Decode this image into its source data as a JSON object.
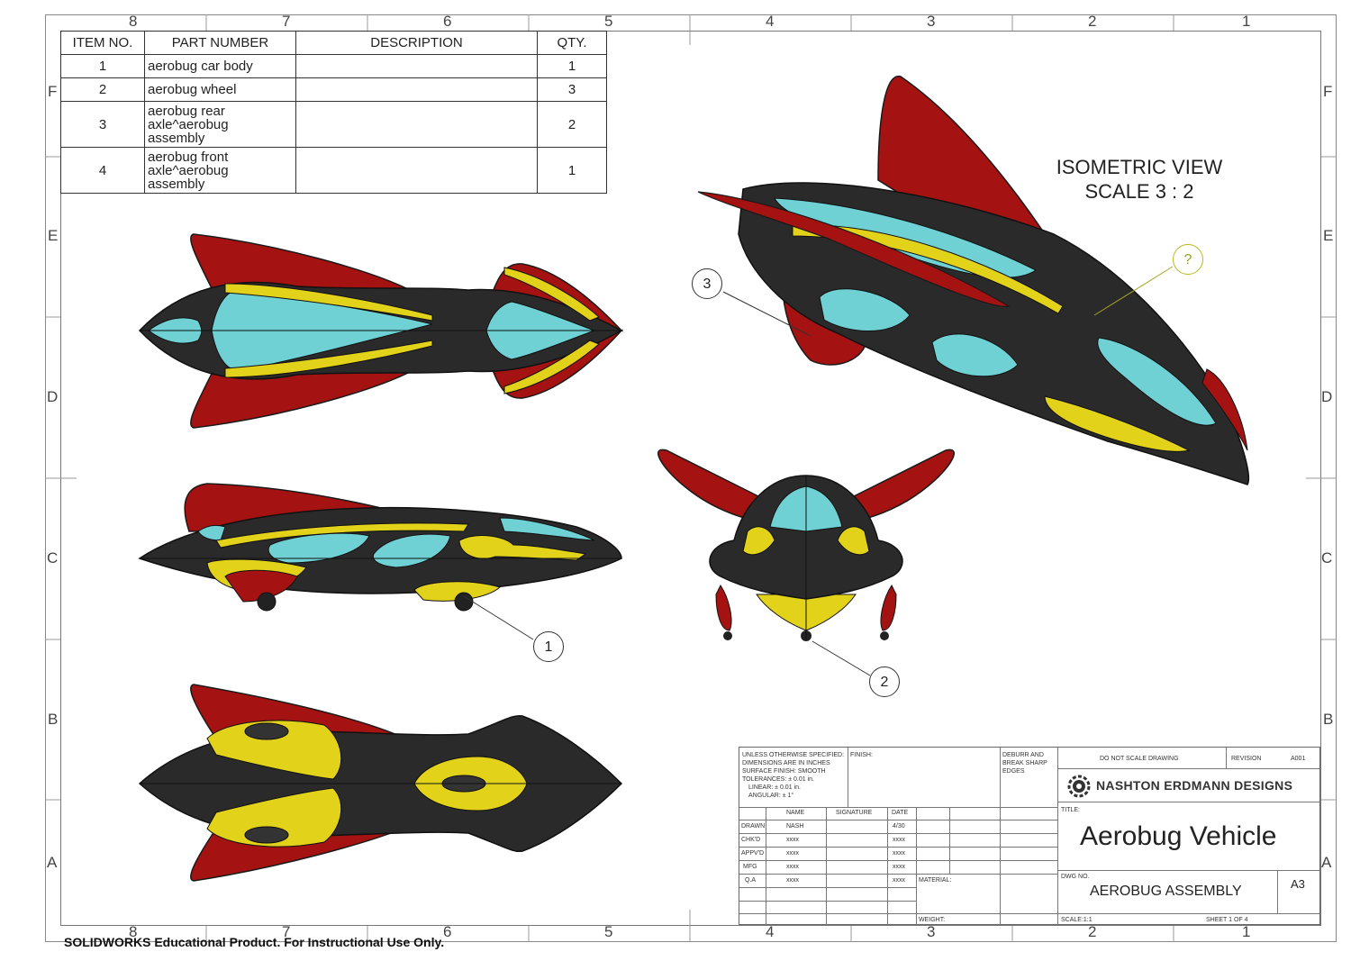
{
  "border": {
    "columns": [
      "8",
      "7",
      "6",
      "5",
      "4",
      "3",
      "2",
      "1"
    ],
    "rows": [
      "F",
      "E",
      "D",
      "C",
      "B",
      "A"
    ]
  },
  "bom": {
    "headers": [
      "ITEM NO.",
      "PART NUMBER",
      "DESCRIPTION",
      "QTY."
    ],
    "rows": [
      {
        "item": "1",
        "part_lines": [
          "aerobug car body"
        ],
        "description": "",
        "qty": "1"
      },
      {
        "item": "2",
        "part_lines": [
          "aerobug wheel"
        ],
        "description": "",
        "qty": "3"
      },
      {
        "item": "3",
        "part_lines": [
          "aerobug rear",
          "axle^aerobug",
          "assembly"
        ],
        "description": "",
        "qty": "2"
      },
      {
        "item": "4",
        "part_lines": [
          "aerobug front",
          "axle^aerobug",
          "assembly"
        ],
        "description": "",
        "qty": "1"
      }
    ]
  },
  "isometric_view": {
    "line1": "ISOMETRIC VIEW",
    "line2": "SCALE 3 : 2"
  },
  "balloons": {
    "b1": "1",
    "b2": "2",
    "b3": "3",
    "b4": "?"
  },
  "colors": {
    "body": "#2a2a2a",
    "fin": "#a01010",
    "accent": "#e2d21a",
    "glass": "#6fd1d4"
  },
  "title_block": {
    "notes": [
      "UNLESS OTHERWISE SPECIFIED:",
      "DIMENSIONS ARE IN INCHES",
      "SURFACE FINISH: SMOOTH",
      "TOLERANCES: ± 0.01 in.",
      "LINEAR: ± 0.01 in.",
      "ANGULAR: ± 1°"
    ],
    "finish_label": "FINISH:",
    "deburr": [
      "DEBURR AND",
      "BREAK SHARP",
      "EDGES"
    ],
    "do_not_scale": "DO NOT SCALE DRAWING",
    "revision_label": "REVISION",
    "revision": "A001",
    "company": "NASHTON ERDMANN DESIGNS",
    "table_headers": [
      "NAME",
      "SIGNATURE",
      "DATE"
    ],
    "table_rows": [
      {
        "role": "DRAWN",
        "name": "NASH",
        "date": "4/30"
      },
      {
        "role": "CHK'D",
        "name": "xxxx",
        "date": "xxxx"
      },
      {
        "role": "APPV'D",
        "name": "xxxx",
        "date": "xxxx"
      },
      {
        "role": "MFG",
        "name": "xxxx",
        "date": "xxxx"
      },
      {
        "role": "Q.A",
        "name": "xxxx",
        "date": "xxxx"
      }
    ],
    "material_label": "MATERIAL:",
    "weight_label": "WEIGHT:",
    "title_label": "TITLE:",
    "title": "Aerobug Vehicle",
    "dwg_no_label": "DWG NO.",
    "dwg_no": "AEROBUG ASSEMBLY",
    "size": "A3",
    "scale": "SCALE:1:1",
    "sheet": "SHEET 1 OF 4"
  },
  "watermark": "SOLIDWORKS Educational Product. For Instructional Use Only."
}
